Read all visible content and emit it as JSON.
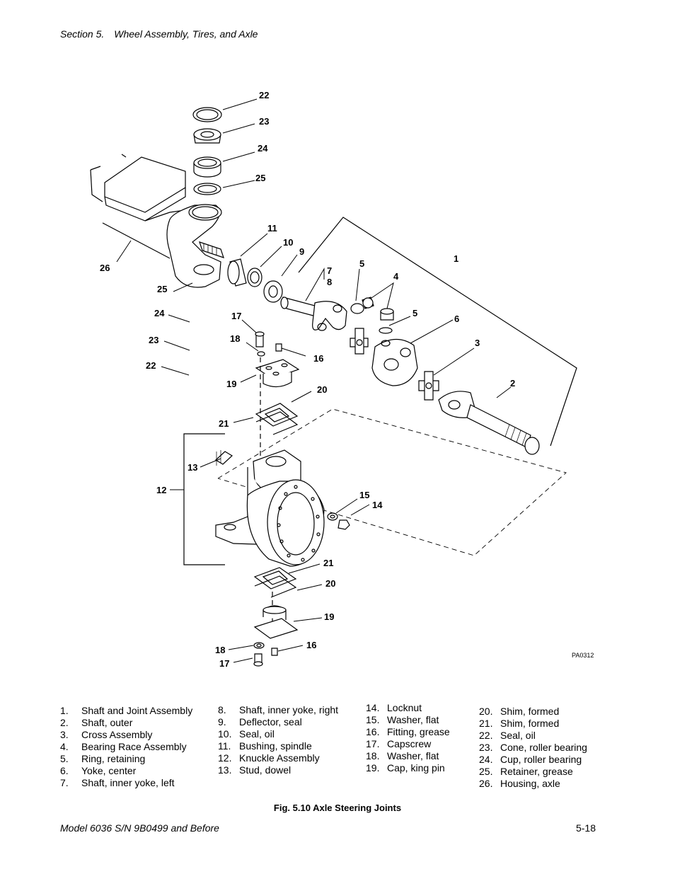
{
  "header": {
    "section": "Section 5.",
    "title": "Wheel Assembly, Tires, and Axle"
  },
  "figure": {
    "id_label": "PA0312",
    "callouts": {
      "c22a": "22",
      "c23a": "23",
      "c24a": "24",
      "c25a": "25",
      "c11": "11",
      "c10": "10",
      "c9": "9",
      "c7": "7",
      "c8": "8",
      "c5a": "5",
      "c4": "4",
      "c5b": "5",
      "c1": "1",
      "c26": "26",
      "c25b": "25",
      "c24b": "24",
      "c23b": "23",
      "c22b": "22",
      "c17a": "17",
      "c18a": "18",
      "c16a": "16",
      "c19a": "19",
      "c6": "6",
      "c3": "3",
      "c2": "2",
      "c20a": "20",
      "c21a": "21",
      "c13": "13",
      "c12": "12",
      "c15": "15",
      "c14": "14",
      "c21b": "21",
      "c20b": "20",
      "c19b": "19",
      "c18b": "18",
      "c16b": "16",
      "c17b": "17"
    }
  },
  "legend": {
    "col1": [
      {
        "num": "1.",
        "label": "Shaft and Joint Assembly"
      },
      {
        "num": "2.",
        "label": "Shaft, outer"
      },
      {
        "num": "3.",
        "label": "Cross Assembly"
      },
      {
        "num": "4.",
        "label": "Bearing Race Assembly"
      },
      {
        "num": "5.",
        "label": "Ring, retaining"
      },
      {
        "num": "6.",
        "label": "Yoke, center"
      },
      {
        "num": "7.",
        "label": "Shaft, inner yoke, left"
      }
    ],
    "col2": [
      {
        "num": "8.",
        "label": "Shaft, inner yoke, right"
      },
      {
        "num": "9.",
        "label": "Deflector, seal"
      },
      {
        "num": "10.",
        "label": "Seal, oil"
      },
      {
        "num": "11.",
        "label": "Bushing, spindle"
      },
      {
        "num": "12.",
        "label": "Knuckle Assembly"
      },
      {
        "num": "13.",
        "label": "Stud, dowel"
      }
    ],
    "col3": [
      {
        "num": "14.",
        "label": "Locknut"
      },
      {
        "num": "15.",
        "label": "Washer, flat"
      },
      {
        "num": "16.",
        "label": "Fitting, grease"
      },
      {
        "num": "17.",
        "label": "Capscrew"
      },
      {
        "num": "18.",
        "label": "Washer, flat"
      },
      {
        "num": "19.",
        "label": "Cap, king pin"
      }
    ],
    "col4": [
      {
        "num": "20.",
        "label": "Shim, formed"
      },
      {
        "num": "21.",
        "label": "Shim, formed"
      },
      {
        "num": "22.",
        "label": "Seal, oil"
      },
      {
        "num": "23.",
        "label": "Cone, roller bearing"
      },
      {
        "num": "24.",
        "label": "Cup, roller bearing"
      },
      {
        "num": "25.",
        "label": "Retainer, grease"
      },
      {
        "num": "26.",
        "label": "Housing, axle"
      }
    ]
  },
  "caption": "Fig. 5.10 Axle Steering Joints",
  "footer": {
    "model": "Model 6036 S/N 9B0499 and Before",
    "page": "5-18"
  }
}
